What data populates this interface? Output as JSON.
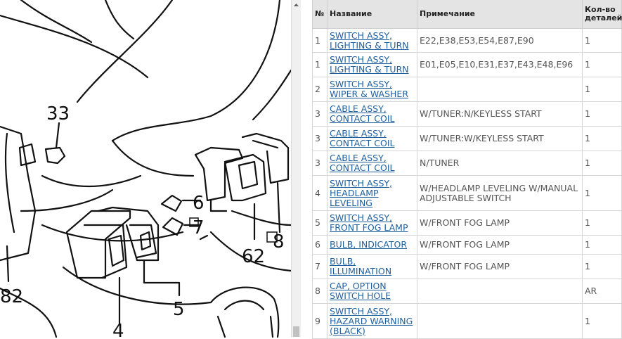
{
  "diagram": {
    "callouts": [
      "33",
      "6",
      "7",
      "62",
      "8",
      "82",
      "5",
      "4"
    ]
  },
  "table": {
    "headers": {
      "num": "№",
      "name": "Название",
      "note": "Примечание",
      "qty": "Кол-во деталей"
    },
    "rows": [
      {
        "num": "1",
        "name": "SWITCH ASSY, LIGHTING & TURN",
        "note": "E22,E38,E53,E54,E87,E90",
        "qty": "1"
      },
      {
        "num": "1",
        "name": "SWITCH ASSY, LIGHTING & TURN",
        "note": "E01,E05,E10,E31,E37,E43,E48,E96",
        "qty": "1"
      },
      {
        "num": "2",
        "name": "SWITCH ASSY, WIPER & WASHER",
        "note": "",
        "qty": "1"
      },
      {
        "num": "3",
        "name": "CABLE ASSY, CONTACT COIL",
        "note": "W/TUNER:N/KEYLESS START",
        "qty": "1"
      },
      {
        "num": "3",
        "name": "CABLE ASSY, CONTACT COIL",
        "note": "W/TUNER:W/KEYLESS START",
        "qty": "1"
      },
      {
        "num": "3",
        "name": "CABLE ASSY, CONTACT COIL",
        "note": "N/TUNER",
        "qty": "1"
      },
      {
        "num": "4",
        "name": "SWITCH ASSY, HEADLAMP LEVELING",
        "note": "W/HEADLAMP LEVELING W/MANUAL ADJUSTABLE SWITCH",
        "qty": "1"
      },
      {
        "num": "5",
        "name": "SWITCH ASSY, FRONT FOG LAMP",
        "note": "W/FRONT FOG LAMP",
        "qty": "1"
      },
      {
        "num": "6",
        "name": "BULB, INDICATOR",
        "note": "W/FRONT FOG LAMP",
        "qty": "1"
      },
      {
        "num": "7",
        "name": "BULB, ILLUMINATION",
        "note": "W/FRONT FOG LAMP",
        "qty": "1"
      },
      {
        "num": "8",
        "name": "CAP, OPTION SWITCH HOLE",
        "note": "",
        "qty": "AR"
      },
      {
        "num": "9",
        "name": "SWITCH ASSY, HAZARD WARNING (BLACK)",
        "note": "",
        "qty": "1"
      }
    ]
  }
}
